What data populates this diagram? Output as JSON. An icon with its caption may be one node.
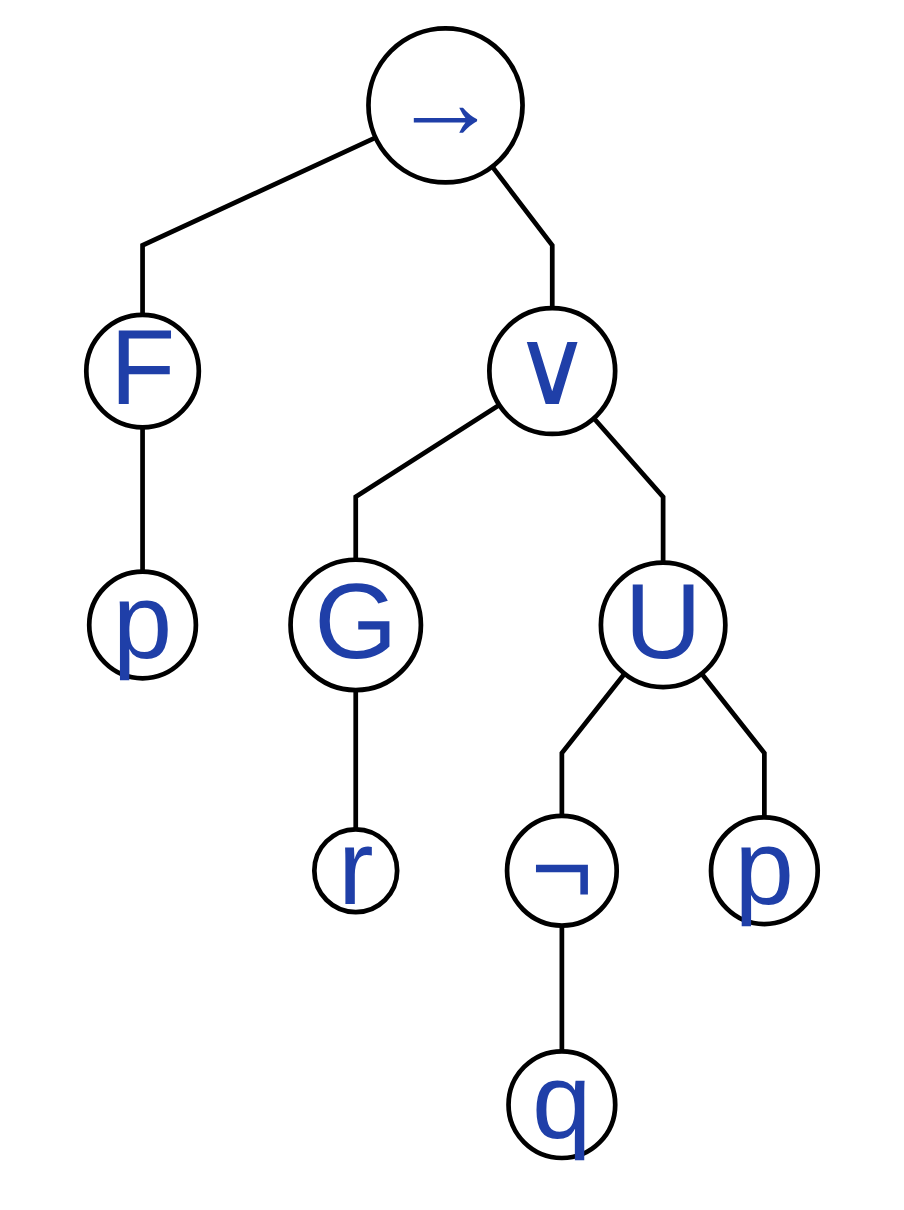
{
  "diagram": {
    "nodes": [
      {
        "text": [
          "→"
        ]
      },
      {
        "text": [
          "F"
        ]
      },
      {
        "text": [
          "∨"
        ]
      },
      {
        "text": [
          "p"
        ]
      },
      {
        "text": [
          "G"
        ]
      },
      {
        "text": [
          "U"
        ]
      },
      {
        "text": [
          "r"
        ]
      },
      {
        "text": [
          "¬"
        ]
      },
      {
        "text": [
          "p"
        ]
      },
      {
        "text": [
          "q"
        ]
      }
    ],
    "edges": [
      {
        "from": 0,
        "to": 1,
        "arrow": "none"
      },
      {
        "from": 0,
        "to": 2,
        "arrow": "none"
      },
      {
        "from": 1,
        "to": 3,
        "arrow": "none"
      },
      {
        "from": 2,
        "to": 4,
        "arrow": "none"
      },
      {
        "from": 2,
        "to": 5,
        "arrow": "none"
      },
      {
        "from": 4,
        "to": 6,
        "arrow": "none"
      },
      {
        "from": 5,
        "to": 7,
        "arrow": "none"
      },
      {
        "from": 5,
        "to": 8,
        "arrow": "none"
      },
      {
        "from": 7,
        "to": 9,
        "arrow": "none"
      }
    ]
  }
}
